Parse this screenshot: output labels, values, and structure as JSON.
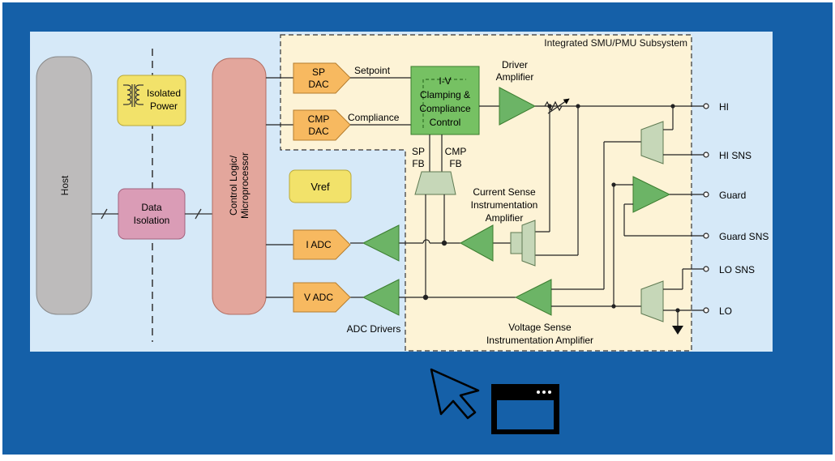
{
  "colors": {
    "frame": "#1560a8",
    "panel": "#d6e9f8",
    "subsystem": "#fdf3d6",
    "host": "#bdbbbb",
    "control": "#e3a69c",
    "isolation": "#da9cb6",
    "yellow_block": "#f2e26a",
    "dac_adc": "#f7b960",
    "iv_block": "#76c163",
    "amp": "#6cb466",
    "sense_amp": "#c6d7b8"
  },
  "subsystem_title": "Integrated SMU/PMU Subsystem",
  "blocks": {
    "host": "Host",
    "isolated_power": [
      "Isolated",
      "Power"
    ],
    "data_isolation": [
      "Data",
      "Isolation"
    ],
    "control_logic": [
      "Control Logic/",
      "Microprocessor"
    ],
    "vref": "Vref",
    "sp_dac": [
      "SP",
      "DAC"
    ],
    "cmp_dac": [
      "CMP",
      "DAC"
    ],
    "iv_clamp": [
      "I-V",
      "Clamping &",
      "Compliance",
      "Control"
    ],
    "i_adc": "I ADC",
    "v_adc": "V ADC"
  },
  "labels": {
    "setpoint": "Setpoint",
    "compliance": "Compliance",
    "driver_amplifier": [
      "Driver",
      "Amplifier"
    ],
    "sp_fb": [
      "SP",
      "FB"
    ],
    "cmp_fb": [
      "CMP",
      "FB"
    ],
    "current_sense": [
      "Current Sense",
      "Instrumentation",
      "Amplifier"
    ],
    "voltage_sense": [
      "Voltage Sense",
      "Instrumentation Amplifier"
    ],
    "adc_drivers": "ADC Drivers"
  },
  "terminals": [
    "HI",
    "HI SNS",
    "Guard",
    "Guard SNS",
    "LO SNS",
    "LO"
  ],
  "icons": {
    "cursor": "mouse-pointer-icon",
    "window": "browser-window-icon"
  }
}
